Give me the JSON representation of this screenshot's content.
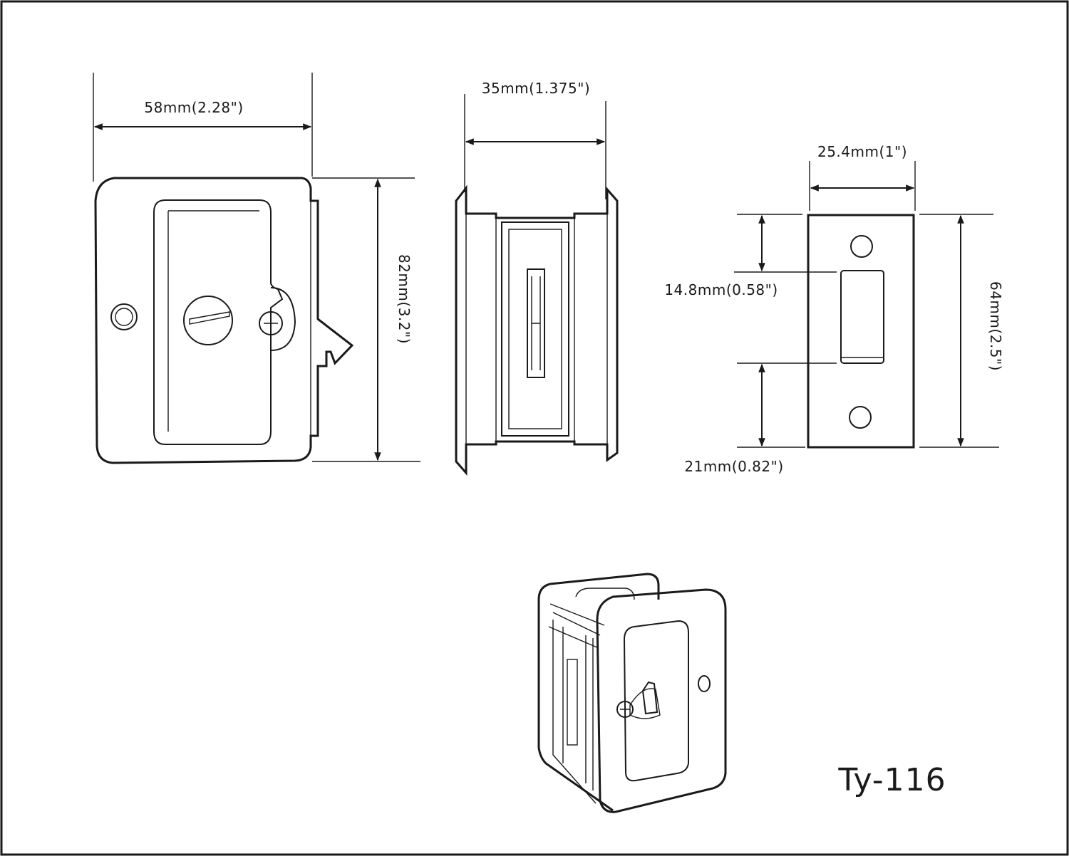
{
  "dimensions": {
    "plate_width": "58mm(2.28\")",
    "plate_height": "82mm(3.2\")",
    "edge_width": "35mm(1.375\")",
    "strike_width": "25.4mm(1\")",
    "strike_height": "64mm(2.5\")",
    "strike_opening": "14.8mm(0.58\")",
    "strike_offset": "21mm(0.82\")"
  },
  "model": "Ty-116",
  "colors": {
    "line": "#1a1a1a",
    "background": "#ffffff"
  }
}
